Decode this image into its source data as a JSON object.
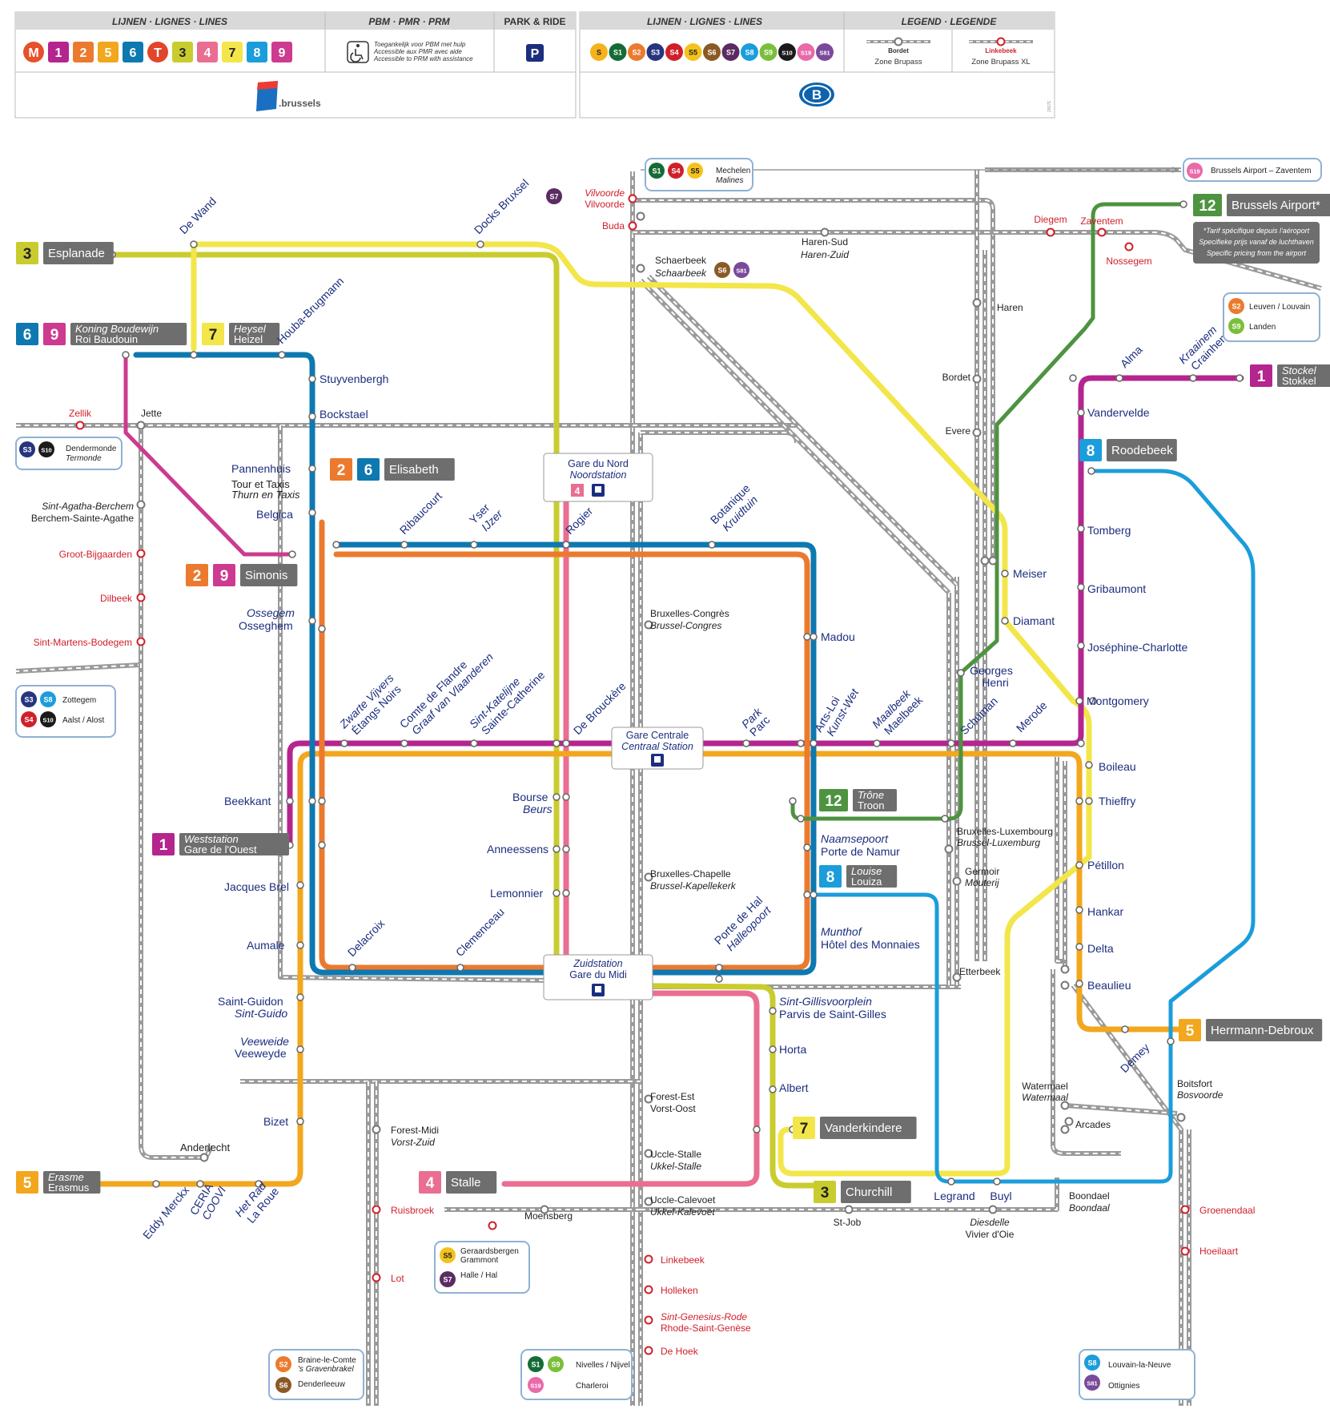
{
  "legend": {
    "lines_header": "LIJNEN · LIGNES · LINES",
    "pbm_header": "PBM · PMR · PRM",
    "park_header": "PARK & RIDE",
    "pbm_text": [
      "Toegankelijk voor PBM met hulp",
      "Accessible aux PMR avec aide",
      "Accessible to PRM with assistance"
    ],
    "brussels_brand": ".brussels",
    "sncb_lines_header": "LIJNEN · LIGNES · LINES",
    "legend_header": "LEGEND · LEGENDE",
    "zone_brupass_station": "Bordet",
    "zone_brupass": "Zone Brupass",
    "zone_brupass_xl_station": "Linkebeek",
    "zone_brupass_xl": "Zone Brupass XL",
    "stib_badges": [
      {
        "t": "M",
        "c": "#e6512a",
        "shape": "circle"
      },
      {
        "t": "1",
        "c": "#b4258e",
        "shape": "sq"
      },
      {
        "t": "2",
        "c": "#ec7a2e",
        "shape": "sq"
      },
      {
        "t": "5",
        "c": "#f2a71e",
        "shape": "sq"
      },
      {
        "t": "6",
        "c": "#0e78b0",
        "shape": "sq"
      },
      {
        "t": "T",
        "c": "#e2452c",
        "shape": "circle"
      },
      {
        "t": "3",
        "c": "#c9cc2f",
        "shape": "sq"
      },
      {
        "t": "4",
        "c": "#e96e91",
        "shape": "sq"
      },
      {
        "t": "7",
        "c": "#f2e64a",
        "shape": "sq"
      },
      {
        "t": "8",
        "c": "#1b9ddb",
        "shape": "sq"
      },
      {
        "t": "9",
        "c": "#cc3b8f",
        "shape": "sq"
      }
    ],
    "sncb_badges": [
      {
        "t": "S",
        "c": "#f5b21b"
      },
      {
        "t": "S1",
        "c": "#156b35"
      },
      {
        "t": "S2",
        "c": "#ec7a2e"
      },
      {
        "t": "S3",
        "c": "#26357d"
      },
      {
        "t": "S4",
        "c": "#cf2029"
      },
      {
        "t": "S5",
        "c": "#f4c21d"
      },
      {
        "t": "S6",
        "c": "#8a5a25"
      },
      {
        "t": "S7",
        "c": "#5a2c62"
      },
      {
        "t": "S8",
        "c": "#1b9ddb"
      },
      {
        "t": "S9",
        "c": "#7abf3b"
      },
      {
        "t": "S10",
        "c": "#1a1a1a"
      },
      {
        "t": "S19",
        "c": "#e96aa8"
      },
      {
        "t": "S81",
        "c": "#7a4a9a"
      }
    ]
  },
  "colors": {
    "line1": "#b4258e",
    "line2": "#ec7a2e",
    "line3": "#c9cc2f",
    "line4": "#e96e91",
    "line5": "#f2a71e",
    "line6": "#0e78b0",
    "line7": "#f2e64a",
    "line8": "#1b9ddb",
    "line9": "#cc3b8f",
    "line12": "#4d9340",
    "rail": "#999999",
    "red": "#d0202a",
    "blue": "#1c2e7e"
  },
  "terminals": [
    {
      "n": "3",
      "c": "#c9cc2f",
      "tc": "#222",
      "label": "Esplanade"
    },
    {
      "n": "6",
      "c": "#0e78b0",
      "tc": "#fff",
      "n2": "9",
      "c2": "#cc3b8f",
      "label": "Koning Boudewijn",
      "label2": "Roi Baudouin"
    },
    {
      "n": "7",
      "c": "#f2e64a",
      "tc": "#222",
      "label": "Heysel",
      "label2": "Heizel"
    },
    {
      "n": "2",
      "c": "#ec7a2e",
      "tc": "#fff",
      "n2": "9",
      "c2": "#cc3b8f",
      "label": "Simonis"
    },
    {
      "n": "1",
      "c": "#b4258e",
      "tc": "#fff",
      "label": "Weststation",
      "label2": "Gare de l'Ouest"
    },
    {
      "n": "5",
      "c": "#f2a71e",
      "tc": "#fff",
      "label": "Erasme",
      "label2": "Erasmus"
    },
    {
      "n": "4",
      "c": "#e96e91",
      "tc": "#fff",
      "label": "Stalle"
    },
    {
      "n": "3",
      "c": "#c9cc2f",
      "tc": "#222",
      "label": "Churchill"
    },
    {
      "n": "7",
      "c": "#f2e64a",
      "tc": "#222",
      "label": "Vanderkindere"
    },
    {
      "n": "12",
      "c": "#4d9340",
      "tc": "#fff",
      "label": "Trône",
      "label2": "Troon"
    },
    {
      "n": "8",
      "c": "#1b9ddb",
      "tc": "#fff",
      "label": "Louise",
      "label2": "Louiza"
    },
    {
      "n": "5",
      "c": "#f2a71e",
      "tc": "#fff",
      "label": "Herrmann-Debroux"
    },
    {
      "n": "8",
      "c": "#1b9ddb",
      "tc": "#fff",
      "label": "Roodebeek"
    },
    {
      "n": "1",
      "c": "#b4258e",
      "tc": "#fff",
      "label": "Stockel",
      "label2": "Stokkel"
    },
    {
      "n": "12",
      "c": "#4d9340",
      "tc": "#fff",
      "label": "Brussels Airport*"
    },
    {
      "n": "2",
      "c": "#ec7a2e",
      "tc": "#fff",
      "n2": "6",
      "c2": "#0e78b0",
      "label": "Elisabeth"
    }
  ],
  "airport_note": [
    "*Tarif spécifique depuis l'aéroport",
    "Specifieke prijs vanaf de luchthaven",
    "Specific pricing from the airport"
  ],
  "stib_stations": {
    "de_wand": "De Wand",
    "docks": "Docks Bruxsel",
    "houba": "Houba-Brugmann",
    "stuyvenbergh": "Stuyvenbergh",
    "bockstael": "Bockstael",
    "pannenhuis": "Pannenhuis",
    "tour1": "Tour et Taxis",
    "tour2": "Thurn en Taxis",
    "belgica": "Belgica",
    "ribaucourt": "Ribaucourt",
    "yser1": "Yser",
    "yser2": "IJzer",
    "rogier": "Rogier",
    "botanique1": "Botanique",
    "botanique2": "Kruidtuin",
    "madou": "Madou",
    "ossegem1": "Ossegem",
    "ossegem2": "Osseghem",
    "beekkant": "Beekkant",
    "jacques": "Jacques Brel",
    "aumale": "Aumale",
    "guidon1": "Saint-Guidon",
    "guidon2": "Sint-Guido",
    "veeweide1": "Veeweide",
    "veeweide2": "Veeweyde",
    "bizet": "Bizet",
    "anderlecht": "Anderlecht",
    "eddy": "Eddy Merckx",
    "ceria1": "CERIA",
    "ceria2": "COOVI",
    "hetrad1": "Het Rad",
    "hetrad2": "La Roue",
    "zwarte1": "Zwarte Vijvers",
    "zwarte2": "Étangs Noirs",
    "comte1": "Comte de Flandre",
    "comte2": "Graaf van Vlaanderen",
    "kat1": "Sint-Katelijne",
    "kat2": "Sainte-Catherine",
    "debrouckere": "De Brouckère",
    "park1": "Park",
    "park2": "Parc",
    "arts1": "Arts-Loi",
    "arts2": "Kunst-Wet",
    "maal1": "Maalbeek",
    "maal2": "Maelbeek",
    "schuman": "Schuman",
    "merode": "Merode",
    "bourse1": "Bourse",
    "bourse2": "Beurs",
    "anneessens": "Anneessens",
    "lemonnier": "Lemonnier",
    "delacroix": "Delacroix",
    "clemenceau": "Clemenceau",
    "pdh1": "Porte de Hal",
    "pdh2": "Halleopoort",
    "naam1": "Naamsepoort",
    "naam2": "Porte de Namur",
    "munt1": "Munthof",
    "munt2": "Hôtel des Monnaies",
    "sgill1": "Sint-Gillisvoorplein",
    "sgill2": "Parvis de Saint-Gilles",
    "horta": "Horta",
    "albert": "Albert",
    "meiser": "Meiser",
    "diamant": "Diamant",
    "georges1": "Georges",
    "georges2": "Henri",
    "montgomery": "Montgomery",
    "boileau": "Boileau",
    "thieffry": "Thieffry",
    "petillon": "Pétillon",
    "hankar": "Hankar",
    "delta": "Delta",
    "beaulieu": "Beaulieu",
    "demey": "Demey",
    "vandervelde": "Vandervelde",
    "tomberg": "Tomberg",
    "gribaumont": "Gribaumont",
    "josephine": "Joséphine-Charlotte",
    "alma": "Alma",
    "kraai1": "Kraainem",
    "kraai2": "Crainhem",
    "legrand": "Legrand",
    "buyl": "Buyl",
    "gdn1": "Gare du Nord",
    "gdn2": "Noordstation",
    "gc1": "Gare Centrale",
    "gc2": "Centraal Station",
    "gdm1": "Zuidstation",
    "gdm2": "Gare du Midi"
  },
  "rail_stations": {
    "vilvoorde1": "Vilvoorde",
    "vilvoorde2": "Vilvoorde",
    "buda": "Buda",
    "schaerbeek1": "Schaerbeek",
    "schaerbeek2": "Schaarbeek",
    "harensud1": "Haren-Sud",
    "harensud2": "Haren-Zuid",
    "diegem": "Diegem",
    "zaventem": "Zaventem",
    "nossegem": "Nossegem",
    "haren": "Haren",
    "bordet": "Bordet",
    "evere": "Evere",
    "jette": "Jette",
    "zellik": "Zellik",
    "berchem1": "Sint-Agatha-Berchem",
    "berchem2": "Berchem-Sainte-Agathe",
    "groot": "Groot-Bijgaarden",
    "dilbeek": "Dilbeek",
    "martens": "Sint-Martens-Bodegem",
    "congres1": "Bruxelles-Congrès",
    "congres2": "Brussel-Congres",
    "chapelle1": "Bruxelles-Chapelle",
    "chapelle2": "Brussel-Kapellekerk",
    "lux1": "Bruxelles-Luxembourg",
    "lux2": "Brussel-Luxemburg",
    "germoir1": "Germoir",
    "germoir2": "Mouterij",
    "etterbeek": "Etterbeek",
    "forestest1": "Forest-Est",
    "forestest2": "Vorst-Oost",
    "forestmidi1": "Forest-Midi",
    "forestmidi2": "Vorst-Zuid",
    "ruisbroek": "Ruisbroek",
    "lot": "Lot",
    "ucclestalle1": "Uccle-Stalle",
    "ucclestalle2": "Ukkel-Stalle",
    "calevoet1": "Uccle-Calevoet",
    "calevoet2": "Ukkel-Kalevoet",
    "moensberg": "Moensberg",
    "stjob": "St-Job",
    "diesdelle1": "Diesdelle",
    "diesdelle2": "Vivier d'Oie",
    "linkebeek": "Linkebeek",
    "holleken": "Holleken",
    "rode1": "Sint-Genesius-Rode",
    "rode2": "Rhode-Saint-Genèse",
    "dehoek": "De Hoek",
    "watermael1": "Watermael",
    "watermael2": "Watermaal",
    "boitsfort1": "Boitsfort",
    "boitsfort2": "Bosvoorde",
    "arcades": "Arcades",
    "boondael1": "Boondael",
    "boondael2": "Boondaal",
    "groenendaal": "Groenendaal",
    "hoeilaart": "Hoeilaart"
  },
  "info_boxes": [
    {
      "badges": [
        "S1",
        "S4",
        "S5"
      ],
      "text": [
        "Mechelen",
        "Malines"
      ]
    },
    {
      "badges": [
        "S19"
      ],
      "text": [
        "Brussels Airport – Zaventem"
      ]
    },
    {
      "badges": [
        "S2",
        "S9"
      ],
      "text": [
        "Leuven / Louvain",
        "Landen"
      ]
    },
    {
      "badges": [
        "S3",
        "S10"
      ],
      "text": [
        "Dendermonde",
        "Termonde"
      ]
    },
    {
      "badges": [
        "S3",
        "S8",
        "S4",
        "S10"
      ],
      "text": [
        "Zottegem",
        "Aalst / Alost"
      ]
    },
    {
      "badges": [
        "S5",
        "S7"
      ],
      "text": [
        "Geraardsbergen",
        "Grammont",
        "Halle / Hal"
      ]
    },
    {
      "badges": [
        "S2",
        "S6"
      ],
      "text": [
        "Braine-le-Comte",
        "'s Gravenbrakel",
        "Denderleeuw"
      ]
    },
    {
      "badges": [
        "S1",
        "S9",
        "S19"
      ],
      "text": [
        "Nivelles / Nijvel",
        "Charleroi"
      ]
    },
    {
      "badges": [
        "S8",
        "S81"
      ],
      "text": [
        "Louvain-la-Neuve",
        "Ottignies"
      ]
    },
    {
      "badges": [
        "S7"
      ],
      "text": []
    },
    {
      "badges": [
        "S6",
        "S81"
      ],
      "text": []
    }
  ],
  "small_labels": {
    "park_p": "P",
    "version": "2507E"
  }
}
